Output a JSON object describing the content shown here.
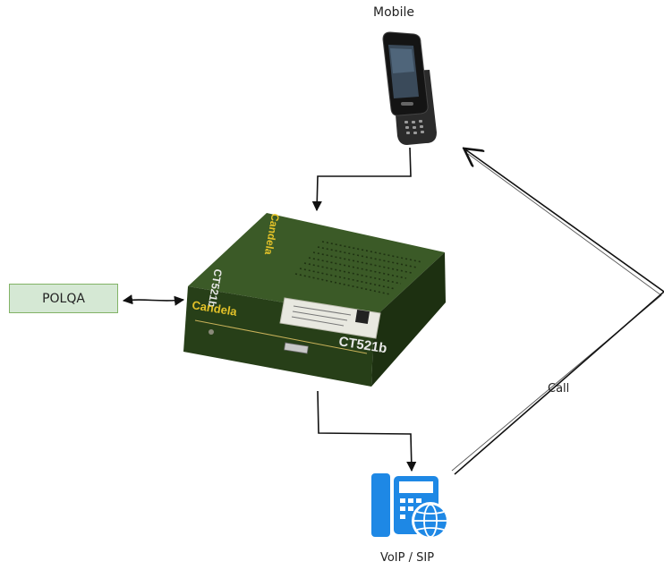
{
  "nodes": {
    "mobile": {
      "label": "Mobile"
    },
    "polqa": {
      "label": "POLQA"
    },
    "device": {
      "brand": "Candela",
      "model": "CT521b",
      "sticker": "CT521b"
    },
    "voip": {
      "label": "VoIP / SIP"
    }
  },
  "edges": {
    "call": {
      "label": "Call"
    }
  },
  "colors": {
    "polqa_fill": "#d5e8d4",
    "polqa_border": "#82b366",
    "device_body": "#2f4a1f",
    "device_brand": "#e3c229",
    "voip_icon": "#1e88e5"
  },
  "icons": {
    "mobile": "slider-phone-icon",
    "device": "candela-box-icon",
    "voip": "voip-desk-phone-globe-icon"
  }
}
